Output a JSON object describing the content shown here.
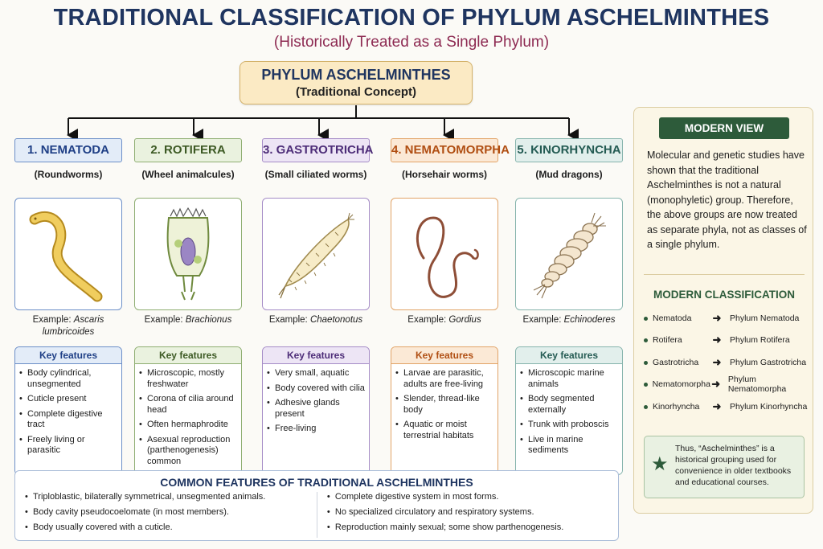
{
  "title": "TRADITIONAL CLASSIFICATION OF PHYLUM ASCHELMINTHES",
  "subtitle": "(Historically Treated as a Single Phylum)",
  "root": {
    "line1": "PHYLUM ASCHELMINTHES",
    "line2": "(Traditional Concept)"
  },
  "key_features_label": "Key features",
  "example_prefix": "Example:",
  "classes": [
    {
      "heading": "1. NEMATODA",
      "common_name": "(Roundworms)",
      "example": "Ascaris lumbricoides",
      "icon": "roundworm-icon",
      "colors": {
        "border": "#6c8fc8",
        "fill": "#e3ecf8",
        "text": "#1f3f86"
      },
      "features": [
        "Body cylindrical, unsegmented",
        "Cuticle present",
        "Complete digestive tract",
        "Freely living or parasitic"
      ]
    },
    {
      "heading": "2. ROTIFERA",
      "common_name": "(Wheel animalcules)",
      "example": "Brachionus",
      "icon": "rotifer-icon",
      "colors": {
        "border": "#8fae72",
        "fill": "#eaf2df",
        "text": "#3d5a24"
      },
      "features": [
        "Microscopic, mostly freshwater",
        "Corona of cilia around head",
        "Often hermaphrodite",
        "Asexual reproduction (parthenogenesis) common"
      ]
    },
    {
      "heading": "3. GASTROTRICHA",
      "common_name": "(Small ciliated worms)",
      "example": "Chaetonotus",
      "icon": "gastrotrich-icon",
      "colors": {
        "border": "#a58cc7",
        "fill": "#ede5f5",
        "text": "#4d2d78"
      },
      "features": [
        "Very small, aquatic",
        "Body covered with cilia",
        "Adhesive glands present",
        "Free-living"
      ]
    },
    {
      "heading": "4. NEMATOMORPHA",
      "common_name": "(Horsehair worms)",
      "example": "Gordius",
      "icon": "horsehair-worm-icon",
      "colors": {
        "border": "#e2a468",
        "fill": "#fbe9d6",
        "text": "#b04e12"
      },
      "features": [
        "Larvae are parasitic, adults are free-living",
        "Slender, thread-like body",
        "Aquatic or moist terrestrial habitats"
      ]
    },
    {
      "heading": "5. KINORHYNCHA",
      "common_name": "(Mud dragons)",
      "example": "Echinoderes",
      "icon": "kinorhynch-icon",
      "colors": {
        "border": "#86b4ad",
        "fill": "#e2efec",
        "text": "#245b53"
      },
      "features": [
        "Microscopic marine animals",
        "Body segmented externally",
        "Trunk with proboscis",
        "Live in marine sediments"
      ]
    }
  ],
  "common_features": {
    "heading": "COMMON FEATURES OF TRADITIONAL ASCHELMINTHES",
    "left": [
      "Triploblastic, bilaterally symmetrical, unsegmented animals.",
      "Body cavity pseudocoelomate (in most members).",
      "Body usually covered with a cuticle."
    ],
    "right": [
      "Complete digestive system in most forms.",
      "No specialized circulatory and respiratory systems.",
      "Reproduction mainly sexual; some show parthenogenesis."
    ]
  },
  "modern_view": {
    "heading": "MODERN VIEW",
    "text": "Molecular and genetic studies have shown that the traditional Aschelminthes is not a natural (monophyletic) group. Therefore, the above groups are now treated as separate phyla, not as classes of a single phylum.",
    "classification_heading": "MODERN CLASSIFICATION",
    "mappings": [
      {
        "from": "Nematoda",
        "to": "Phylum Nematoda"
      },
      {
        "from": "Rotifera",
        "to": "Phylum Rotifera"
      },
      {
        "from": "Gastrotricha",
        "to": "Phylum Gastrotricha"
      },
      {
        "from": "Nematomorpha",
        "to": "Phylum Nematomorpha"
      },
      {
        "from": "Kinorhyncha",
        "to": "Phylum Kinorhyncha"
      }
    ],
    "arrow": "➜",
    "note": "Thus, “Aschelminthes” is a historical grouping used for convenience in older textbooks and educational courses.",
    "note_icon": "star-icon"
  }
}
